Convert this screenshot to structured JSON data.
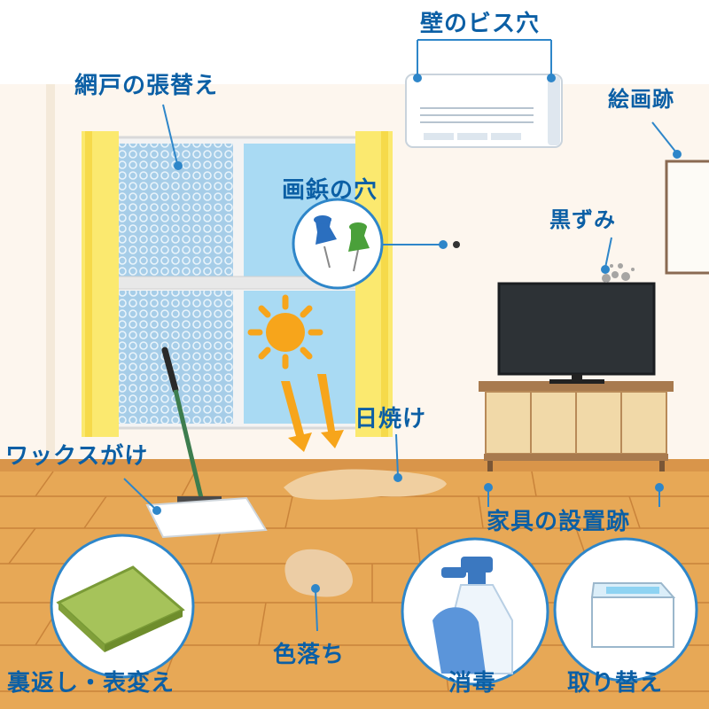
{
  "labels": {
    "wall_screw_holes": "壁のビス穴",
    "screen_door": "網戸の張替え",
    "painting_mark": "絵画跡",
    "pin_holes": "画鋲の穴",
    "blackening": "黒ずみ",
    "sunburn": "日焼け",
    "waxing": "ワックスがけ",
    "furniture_marks": "家具の設置跡",
    "discoloration": "色落ち",
    "flip_replace": "裏返し・表変え",
    "disinfection": "消毒",
    "replacement": "取り替え"
  },
  "colors": {
    "label_text": "#0b5fa5",
    "leader_line": "#2e86c9",
    "wall": "#fdf6ee",
    "floor": "#e7a856",
    "floor_line": "#c9833a",
    "curtain": "#fbe96f",
    "glass": "#a9daf3",
    "circle_border": "#2e86c9"
  },
  "icons": {
    "aircon": "air-conditioner-icon",
    "pushpins": "pushpin-icon",
    "sun": "sun-icon",
    "tv": "tv-icon",
    "mop": "mop-icon",
    "tatami": "tatami-mat-icon",
    "spray": "spray-bottle-icon",
    "bathtub": "bathtub-icon"
  }
}
